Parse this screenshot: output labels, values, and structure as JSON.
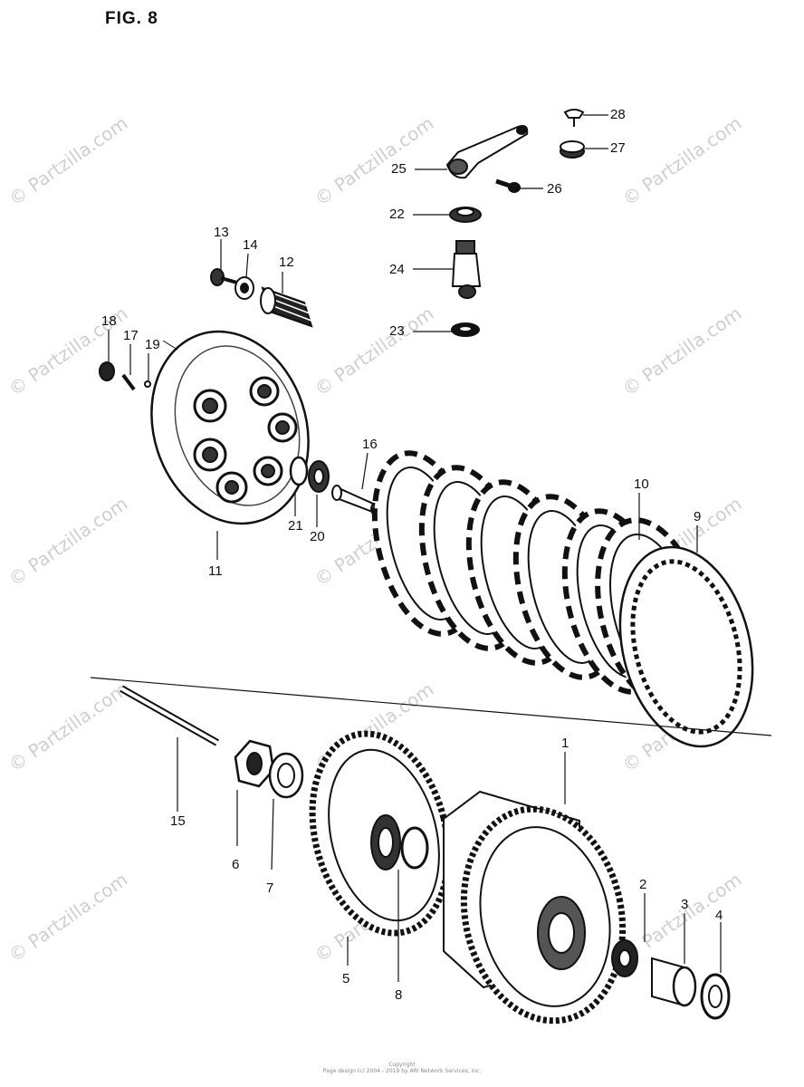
{
  "figure": {
    "title": "FIG. 8"
  },
  "watermark_text": "© Partzilla.com",
  "footer": {
    "line1": "Copyright",
    "line2": "Page design (c) 2004 - 2019 by ARI Network Services, Inc."
  },
  "part_numbers": [
    {
      "id": "28",
      "label": "28"
    },
    {
      "id": "27",
      "label": "27"
    },
    {
      "id": "25",
      "label": "25"
    },
    {
      "id": "26",
      "label": "26"
    },
    {
      "id": "22",
      "label": "22"
    },
    {
      "id": "24",
      "label": "24"
    },
    {
      "id": "23",
      "label": "23"
    },
    {
      "id": "13",
      "label": "13"
    },
    {
      "id": "14",
      "label": "14"
    },
    {
      "id": "12",
      "label": "12"
    },
    {
      "id": "18",
      "label": "18"
    },
    {
      "id": "17",
      "label": "17"
    },
    {
      "id": "19",
      "label": "19"
    },
    {
      "id": "16",
      "label": "16"
    },
    {
      "id": "21",
      "label": "21"
    },
    {
      "id": "20",
      "label": "20"
    },
    {
      "id": "11",
      "label": "11"
    },
    {
      "id": "10",
      "label": "10"
    },
    {
      "id": "9",
      "label": "9"
    },
    {
      "id": "15",
      "label": "15"
    },
    {
      "id": "6",
      "label": "6"
    },
    {
      "id": "7",
      "label": "7"
    },
    {
      "id": "5",
      "label": "5"
    },
    {
      "id": "8",
      "label": "8"
    },
    {
      "id": "1",
      "label": "1"
    },
    {
      "id": "2",
      "label": "2"
    },
    {
      "id": "3",
      "label": "3"
    },
    {
      "id": "4",
      "label": "4"
    }
  ],
  "colors": {
    "ink": "#111111",
    "watermark": "#cfcfcf",
    "paper": "#ffffff"
  }
}
